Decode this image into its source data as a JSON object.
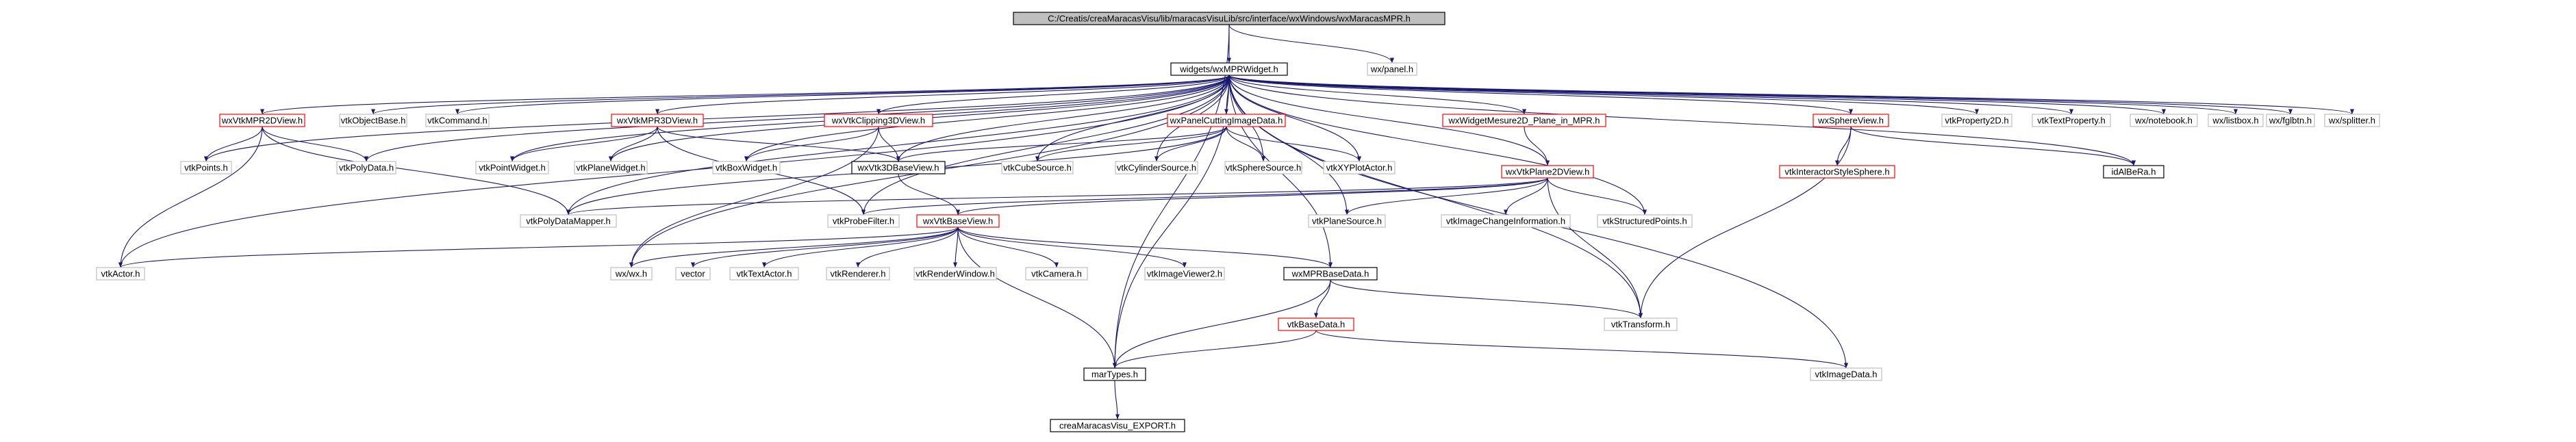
{
  "colors": {
    "edge": "#191970",
    "root_fill": "#bfbfbf",
    "root_border": "#000000",
    "documented_border": "#000000",
    "external_border": "#bfbfbf",
    "with_deps_border": "#ff0000"
  },
  "nodes": [
    {
      "id": "root",
      "label": "C:/Creatis/creaMaracasVisu/lib/maracasVisuLib/src/interface/wxWindows/wxMaracasMPR.h",
      "style": "root"
    },
    {
      "id": "wxMPRWidget",
      "label": "widgets/wxMPRWidget.h",
      "style": "documented"
    },
    {
      "id": "wxpanel",
      "label": "wx/panel.h",
      "style": "external"
    },
    {
      "id": "wxVtkMPR2DView",
      "label": "wxVtkMPR2DView.h",
      "style": "with_deps"
    },
    {
      "id": "vtkObjectBase",
      "label": "vtkObjectBase.h",
      "style": "external"
    },
    {
      "id": "vtkCommand",
      "label": "vtkCommand.h",
      "style": "external"
    },
    {
      "id": "wxVtkMPR3DView",
      "label": "wxVtkMPR3DView.h",
      "style": "with_deps"
    },
    {
      "id": "wxVtkClipping3DView",
      "label": "wxVtkClipping3DView.h",
      "style": "with_deps"
    },
    {
      "id": "wxPanelCuttingImageData",
      "label": "wxPanelCuttingImageData.h",
      "style": "with_deps"
    },
    {
      "id": "wxWidgetMesure2D",
      "label": "wxWidgetMesure2D_Plane_in_MPR.h",
      "style": "with_deps"
    },
    {
      "id": "wxSphereView",
      "label": "wxSphereView.h",
      "style": "with_deps"
    },
    {
      "id": "vtkProperty2D",
      "label": "vtkProperty2D.h",
      "style": "external"
    },
    {
      "id": "vtkTextProperty",
      "label": "vtkTextProperty.h",
      "style": "external"
    },
    {
      "id": "wxnotebook",
      "label": "wx/notebook.h",
      "style": "external"
    },
    {
      "id": "wxlistbox",
      "label": "wx/listbox.h",
      "style": "external"
    },
    {
      "id": "wxfglbtn",
      "label": "wx/fglbtn.h",
      "style": "external"
    },
    {
      "id": "wxsplitter",
      "label": "wx/splitter.h",
      "style": "external"
    },
    {
      "id": "vtkPoints",
      "label": "vtkPoints.h",
      "style": "external"
    },
    {
      "id": "vtkPolyData",
      "label": "vtkPolyData.h",
      "style": "external"
    },
    {
      "id": "vtkPointWidget",
      "label": "vtkPointWidget.h",
      "style": "external"
    },
    {
      "id": "vtkPlaneWidget",
      "label": "vtkPlaneWidget.h",
      "style": "external"
    },
    {
      "id": "vtkBoxWidget",
      "label": "vtkBoxWidget.h",
      "style": "external"
    },
    {
      "id": "wxVtk3DBaseView",
      "label": "wxVtk3DBaseView.h",
      "style": "documented"
    },
    {
      "id": "vtkCubeSource",
      "label": "vtkCubeSource.h",
      "style": "external"
    },
    {
      "id": "vtkCylinderSource",
      "label": "vtkCylinderSource.h",
      "style": "external"
    },
    {
      "id": "vtkSphereSource",
      "label": "vtkSphereSource.h",
      "style": "external"
    },
    {
      "id": "vtkXYPlotActor",
      "label": "vtkXYPlotActor.h",
      "style": "external"
    },
    {
      "id": "wxVtkPlane2DView",
      "label": "wxVtkPlane2DView.h",
      "style": "with_deps"
    },
    {
      "id": "vtkInteractorStyleSphere",
      "label": "vtkInteractorStyleSphere.h",
      "style": "with_deps"
    },
    {
      "id": "idAlBeRa",
      "label": "idAlBeRa.h",
      "style": "documented"
    },
    {
      "id": "vtkPolyDataMapper",
      "label": "vtkPolyDataMapper.h",
      "style": "external"
    },
    {
      "id": "vtkProbeFilter",
      "label": "vtkProbeFilter.h",
      "style": "external"
    },
    {
      "id": "wxVtkBaseView",
      "label": "wxVtkBaseView.h",
      "style": "with_deps"
    },
    {
      "id": "vtkPlaneSource",
      "label": "vtkPlaneSource.h",
      "style": "external"
    },
    {
      "id": "vtkImageChangeInformation",
      "label": "vtkImageChangeInformation.h",
      "style": "external"
    },
    {
      "id": "vtkStructuredPoints",
      "label": "vtkStructuredPoints.h",
      "style": "external"
    },
    {
      "id": "vtkActor",
      "label": "vtkActor.h",
      "style": "external"
    },
    {
      "id": "wxwx",
      "label": "wx/wx.h",
      "style": "external"
    },
    {
      "id": "vector",
      "label": "vector",
      "style": "external"
    },
    {
      "id": "vtkTextActor",
      "label": "vtkTextActor.h",
      "style": "external"
    },
    {
      "id": "vtkRenderer",
      "label": "vtkRenderer.h",
      "style": "external"
    },
    {
      "id": "vtkRenderWindow",
      "label": "vtkRenderWindow.h",
      "style": "external"
    },
    {
      "id": "vtkCamera",
      "label": "vtkCamera.h",
      "style": "external"
    },
    {
      "id": "vtkImageViewer2",
      "label": "vtkImageViewer2.h",
      "style": "external"
    },
    {
      "id": "wxMPRBaseData",
      "label": "wxMPRBaseData.h",
      "style": "documented"
    },
    {
      "id": "vtkTransform",
      "label": "vtkTransform.h",
      "style": "external"
    },
    {
      "id": "vtkBaseData",
      "label": "vtkBaseData.h",
      "style": "with_deps"
    },
    {
      "id": "marTypes",
      "label": "marTypes.h",
      "style": "documented"
    },
    {
      "id": "vtkImageData",
      "label": "vtkImageData.h",
      "style": "external"
    },
    {
      "id": "creaExport",
      "label": "creaMaracasVisu_EXPORT.h",
      "style": "documented"
    }
  ],
  "edges": [
    [
      "root",
      "wxMPRWidget"
    ],
    [
      "root",
      "wxpanel"
    ],
    [
      "root",
      "marTypes"
    ],
    [
      "wxMPRWidget",
      "wxVtkMPR2DView"
    ],
    [
      "wxMPRWidget",
      "vtkObjectBase"
    ],
    [
      "wxMPRWidget",
      "vtkCommand"
    ],
    [
      "wxMPRWidget",
      "wxVtkMPR3DView"
    ],
    [
      "wxMPRWidget",
      "wxVtkClipping3DView"
    ],
    [
      "wxMPRWidget",
      "wxPanelCuttingImageData"
    ],
    [
      "wxMPRWidget",
      "wxWidgetMesure2D"
    ],
    [
      "wxMPRWidget",
      "wxSphereView"
    ],
    [
      "wxMPRWidget",
      "vtkProperty2D"
    ],
    [
      "wxMPRWidget",
      "vtkTextProperty"
    ],
    [
      "wxMPRWidget",
      "wxnotebook"
    ],
    [
      "wxMPRWidget",
      "wxlistbox"
    ],
    [
      "wxMPRWidget",
      "wxfglbtn"
    ],
    [
      "wxMPRWidget",
      "wxsplitter"
    ],
    [
      "wxMPRWidget",
      "vtkPoints"
    ],
    [
      "wxMPRWidget",
      "vtkPolyData"
    ],
    [
      "wxMPRWidget",
      "vtkPointWidget"
    ],
    [
      "wxMPRWidget",
      "vtkPlaneWidget"
    ],
    [
      "wxMPRWidget",
      "vtkBoxWidget"
    ],
    [
      "wxMPRWidget",
      "wxVtk3DBaseView"
    ],
    [
      "wxMPRWidget",
      "vtkCubeSource"
    ],
    [
      "wxMPRWidget",
      "vtkCylinderSource"
    ],
    [
      "wxMPRWidget",
      "vtkSphereSource"
    ],
    [
      "wxMPRWidget",
      "vtkXYPlotActor"
    ],
    [
      "wxMPRWidget",
      "wxVtkPlane2DView"
    ],
    [
      "wxMPRWidget",
      "idAlBeRa"
    ],
    [
      "wxMPRWidget",
      "vtkPolyDataMapper"
    ],
    [
      "wxMPRWidget",
      "vtkProbeFilter"
    ],
    [
      "wxMPRWidget",
      "vtkActor"
    ],
    [
      "wxMPRWidget",
      "wxwx"
    ],
    [
      "wxMPRWidget",
      "wxMPRBaseData"
    ],
    [
      "wxMPRWidget",
      "vtkTransform"
    ],
    [
      "wxMPRWidget",
      "marTypes"
    ],
    [
      "wxMPRWidget",
      "vtkImageData"
    ],
    [
      "wxMPRWidget",
      "vtkStructuredPoints"
    ],
    [
      "wxMPRWidget",
      "vtkPlaneSource"
    ],
    [
      "wxVtkMPR2DView",
      "vtkPoints"
    ],
    [
      "wxVtkMPR2DView",
      "vtkPolyData"
    ],
    [
      "wxVtkMPR2DView",
      "vtkPolyDataMapper"
    ],
    [
      "wxVtkMPR2DView",
      "vtkActor"
    ],
    [
      "wxVtkMPR3DView",
      "vtkPointWidget"
    ],
    [
      "wxVtkMPR3DView",
      "vtkPlaneWidget"
    ],
    [
      "wxVtkMPR3DView",
      "wxVtk3DBaseView"
    ],
    [
      "wxVtkMPR3DView",
      "vtkProbeFilter"
    ],
    [
      "wxVtkClipping3DView",
      "vtkBoxWidget"
    ],
    [
      "wxVtkClipping3DView",
      "wxVtk3DBaseView"
    ],
    [
      "wxVtkClipping3DView",
      "wxwx"
    ],
    [
      "wxPanelCuttingImageData",
      "wxVtk3DBaseView"
    ],
    [
      "wxPanelCuttingImageData",
      "vtkCubeSource"
    ],
    [
      "wxPanelCuttingImageData",
      "vtkCylinderSource"
    ],
    [
      "wxPanelCuttingImageData",
      "vtkSphereSource"
    ],
    [
      "wxPanelCuttingImageData",
      "vtkXYPlotActor"
    ],
    [
      "wxPanelCuttingImageData",
      "vtkPolyDataMapper"
    ],
    [
      "wxWidgetMesure2D",
      "wxVtkPlane2DView"
    ],
    [
      "wxSphereView",
      "vtkInteractorStyleSphere"
    ],
    [
      "wxSphereView",
      "idAlBeRa"
    ],
    [
      "wxSphereView",
      "vtkTransform"
    ],
    [
      "wxVtk3DBaseView",
      "wxVtkBaseView"
    ],
    [
      "wxVtkPlane2DView",
      "vtkPlaneSource"
    ],
    [
      "wxVtkPlane2DView",
      "vtkImageChangeInformation"
    ],
    [
      "wxVtkPlane2DView",
      "vtkStructuredPoints"
    ],
    [
      "wxVtkPlane2DView",
      "vtkProbeFilter"
    ],
    [
      "wxVtkPlane2DView",
      "vtkPolyDataMapper"
    ],
    [
      "wxVtkPlane2DView",
      "wxVtkBaseView"
    ],
    [
      "wxVtkPlane2DView",
      "vtkTransform"
    ],
    [
      "wxVtkBaseView",
      "vtkActor"
    ],
    [
      "wxVtkBaseView",
      "wxwx"
    ],
    [
      "wxVtkBaseView",
      "vector"
    ],
    [
      "wxVtkBaseView",
      "vtkTextActor"
    ],
    [
      "wxVtkBaseView",
      "vtkRenderer"
    ],
    [
      "wxVtkBaseView",
      "vtkRenderWindow"
    ],
    [
      "wxVtkBaseView",
      "vtkCamera"
    ],
    [
      "wxVtkBaseView",
      "vtkImageViewer2"
    ],
    [
      "wxVtkBaseView",
      "wxMPRBaseData"
    ],
    [
      "wxVtkBaseView",
      "marTypes"
    ],
    [
      "wxMPRBaseData",
      "vtkBaseData"
    ],
    [
      "wxMPRBaseData",
      "vtkTransform"
    ],
    [
      "wxMPRBaseData",
      "marTypes"
    ],
    [
      "vtkBaseData",
      "marTypes"
    ],
    [
      "vtkBaseData",
      "vtkImageData"
    ],
    [
      "marTypes",
      "creaExport"
    ]
  ]
}
